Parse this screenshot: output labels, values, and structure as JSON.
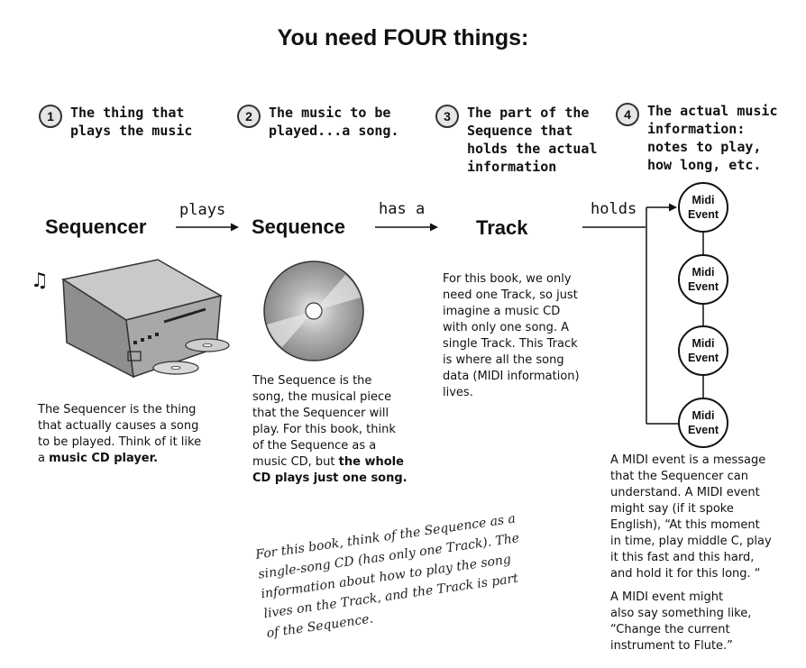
{
  "title": "You need FOUR things:",
  "steps": [
    {
      "num": "1",
      "text": "The thing that\nplays the music"
    },
    {
      "num": "2",
      "text": "The music to be\nplayed...a song."
    },
    {
      "num": "3",
      "text": "The part of the\nSequence that\nholds the actual\ninformation"
    },
    {
      "num": "4",
      "text": "The actual music\ninformation:\nnotes to play,\nhow long, etc."
    }
  ],
  "components": {
    "sequencer": "Sequencer",
    "sequence": "Sequence",
    "track": "Track"
  },
  "relations": {
    "plays": "plays",
    "has_a": "has a",
    "holds": "holds"
  },
  "midi_event_label": "Midi\nEvent",
  "descriptions": {
    "sequencer_plain": "The Sequencer is the thing\nthat actually causes a song\nto be played. Think of it like\na ",
    "sequencer_bold": "music CD player.",
    "sequence_plain": "The Sequence is the\nsong, the musical piece\nthat the Sequencer will\nplay. For this book, think\nof the Sequence as a\nmusic CD, but ",
    "sequence_bold": "the whole\nCD plays just one song.",
    "track": "For this book, we only\nneed one Track, so just\nimagine a music CD\nwith only one song. A\nsingle Track. This Track\nis where all the song\ndata (MIDI information)\nlives.",
    "midi_event_1": "A MIDI event is a message\nthat the Sequencer can\nunderstand. A MIDI event\nmight say (if it spoke\nEnglish), “At this moment\nin time, play middle C, play\nit this fast and this hard,\nand hold it for this long. “",
    "midi_event_2": "A MIDI event might\nalso say something like,\n“Change the current\ninstrument to Flute.”"
  },
  "handwritten_note": "For this book, think of the Sequence as a\nsingle-song CD (has only one Track). The\ninformation about how to play the song\nlives on the Track, and the Track is part\nof the Sequence."
}
